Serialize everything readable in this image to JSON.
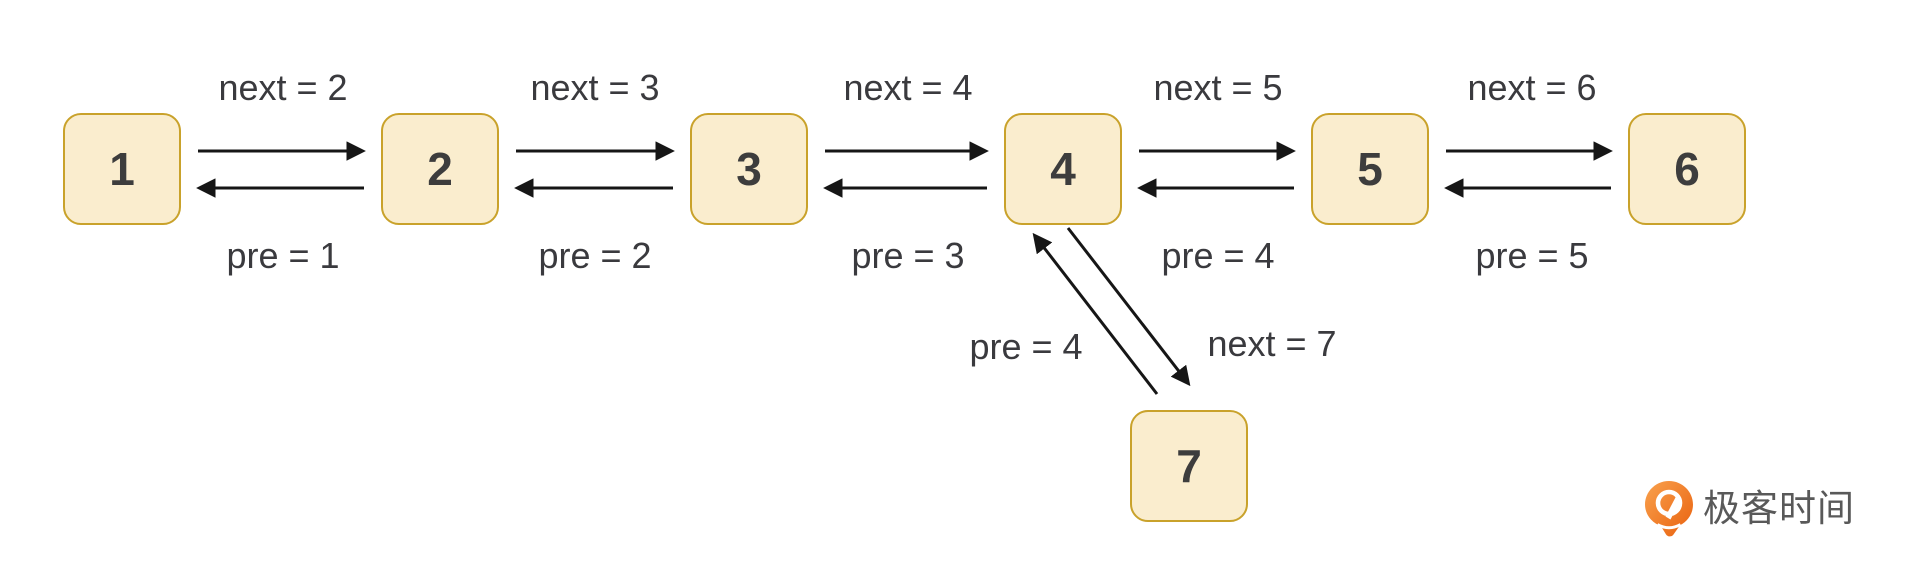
{
  "diagram": {
    "description": "doubly linked list insert node 7 after node 4",
    "nodes": [
      {
        "label": "1"
      },
      {
        "label": "2"
      },
      {
        "label": "3"
      },
      {
        "label": "4"
      },
      {
        "label": "5"
      },
      {
        "label": "6"
      },
      {
        "label": "7"
      }
    ],
    "next_labels": [
      "next = 2",
      "next = 3",
      "next = 4",
      "next = 5",
      "next = 6"
    ],
    "pre_labels": [
      "pre = 1",
      "pre = 2",
      "pre = 3",
      "pre = 4",
      "pre = 5"
    ],
    "insert": {
      "pre_label": "pre = 4",
      "next_label": "next = 7"
    }
  },
  "colors": {
    "background": "#ffffff",
    "node_fill": "#faedce",
    "node_border": "#c9a22b",
    "node_text": "#3d3d3d",
    "edge_label_text": "#3a3a3e",
    "arrow": "#161616",
    "logo_orange_light": "#f9a14d",
    "logo_orange_dark": "#e9610e",
    "logo_text_color": "#595959"
  },
  "brand": {
    "logo_text": "极客时间"
  }
}
